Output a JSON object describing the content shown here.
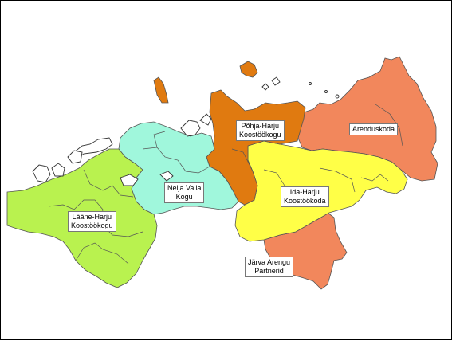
{
  "map": {
    "colors": {
      "laane_harju": "#b9f24f",
      "nelja_valla": "#a0f7dc",
      "pohja_harju": "#e07a10",
      "arenduskoda": "#f2875c",
      "ida_harju": "#ffff47",
      "jarva": "#f2875c"
    },
    "regions": [
      {
        "id": "laane_harju",
        "lines": [
          "Lääne-Harju",
          "Koostöökogu"
        ]
      },
      {
        "id": "nelja_valla",
        "lines": [
          "Nelja Valla",
          "Kogu"
        ]
      },
      {
        "id": "pohja_harju",
        "lines": [
          "Põhja-Harju",
          "Koostöökogu"
        ]
      },
      {
        "id": "arenduskoda",
        "lines": [
          "Arenduskoda"
        ]
      },
      {
        "id": "ida_harju",
        "lines": [
          "Ida-Harju",
          "Koostöökoda"
        ]
      },
      {
        "id": "jarva",
        "lines": [
          "Järva Arengu",
          "Partnerid"
        ]
      }
    ]
  }
}
